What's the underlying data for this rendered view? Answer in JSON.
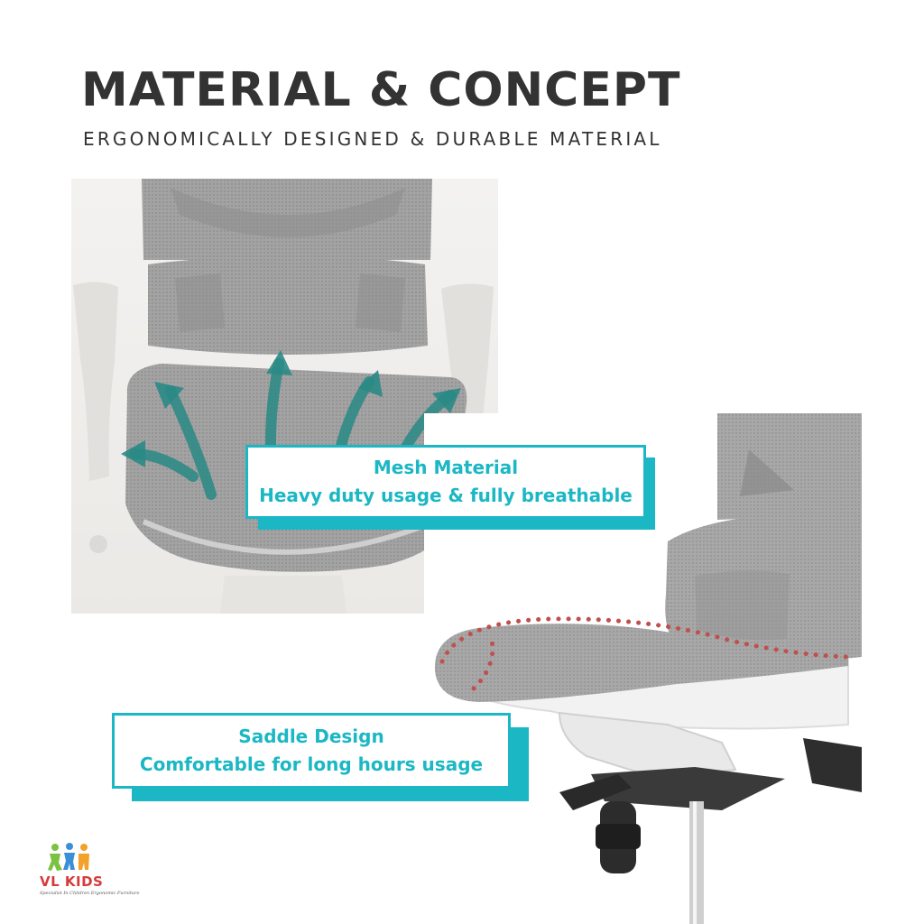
{
  "header": {
    "title": "MATERIAL & CONCEPT",
    "subtitle": "ERGONOMICALLY DESIGNED & DURABLE MATERIAL"
  },
  "callouts": [
    {
      "line1": "Mesh Material",
      "line2": "Heavy duty usage & fully breathable"
    },
    {
      "line1": "Saddle Design",
      "line2": "Comfortable for long hours usage"
    }
  ],
  "brand": {
    "name": "VL KIDS",
    "tagline": "Specialist In Children Ergonomic Furniture"
  },
  "colors": {
    "accent": "#1bb7c4",
    "title_text": "#333333",
    "mesh_gray": "#9a9a9a",
    "airflow_arrow": "#2a8a86",
    "saddle_dots": "#c0504d",
    "brand_red": "#d63b3b"
  }
}
